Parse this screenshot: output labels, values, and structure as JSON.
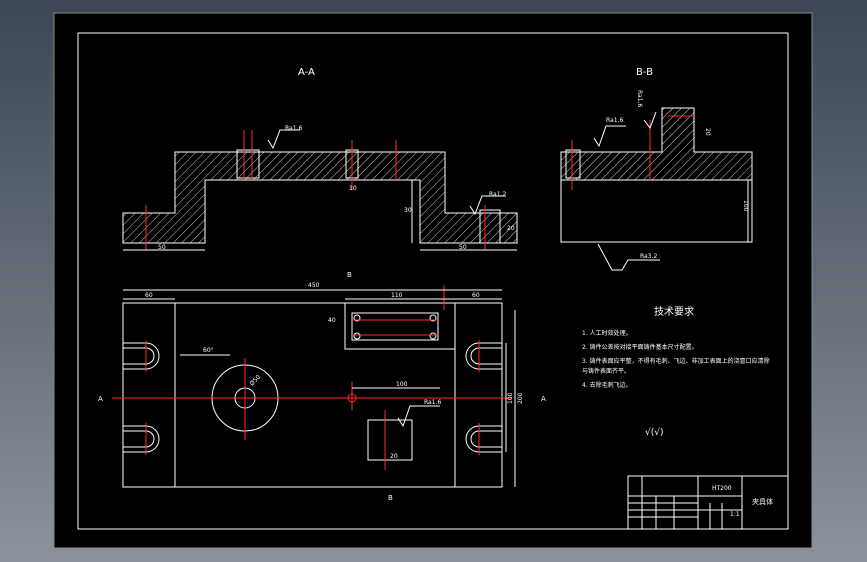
{
  "colors": {
    "background": "#000000",
    "lines": "#ffffff",
    "centerlines": "#ff2a2a"
  },
  "views": {
    "section_aa": {
      "title": "A-A",
      "rough_top": "Ra1.6",
      "rough_right": "Ra1.2",
      "dim_left_width": "50",
      "dim_right_width": "50",
      "dim_height": "30",
      "dim_right_h": "20",
      "dim_inner": "10"
    },
    "section_bb": {
      "title": "B-B",
      "rough_top": "Ra1.6",
      "rough_side": "Ra1.6",
      "rough_bottom": "Ra3.2",
      "dim_height": "100",
      "dim_step": "20"
    },
    "plan": {
      "overall": "450",
      "left": "60",
      "middle": "110",
      "right": "60",
      "slot_dim": "40",
      "hole_dim": "Ø50",
      "angle": "60°",
      "offset": "100",
      "right_h1": "100",
      "right_h2": "200",
      "small_dim": "20",
      "rough_center": "Ra1.6",
      "label_a_left": "A",
      "label_a_right": "A",
      "label_b_top": "B",
      "label_b_bottom": "B"
    }
  },
  "notes": {
    "heading": "技术要求",
    "items": [
      "1. 人工时效处理。",
      "2. 铸件公差按对接平面铸件基本尺寸配置。",
      "3. 铸件表面应平整，不得有毛刺、飞边、非加工表面上的浇冒口应清除",
      "与铸件表面齐平。",
      "4. 去除毛刺飞边。"
    ],
    "roughness_other": "√(√)"
  },
  "title_block": {
    "material": "HT200",
    "drawing_name": "夹具体",
    "scale": "1:1"
  }
}
